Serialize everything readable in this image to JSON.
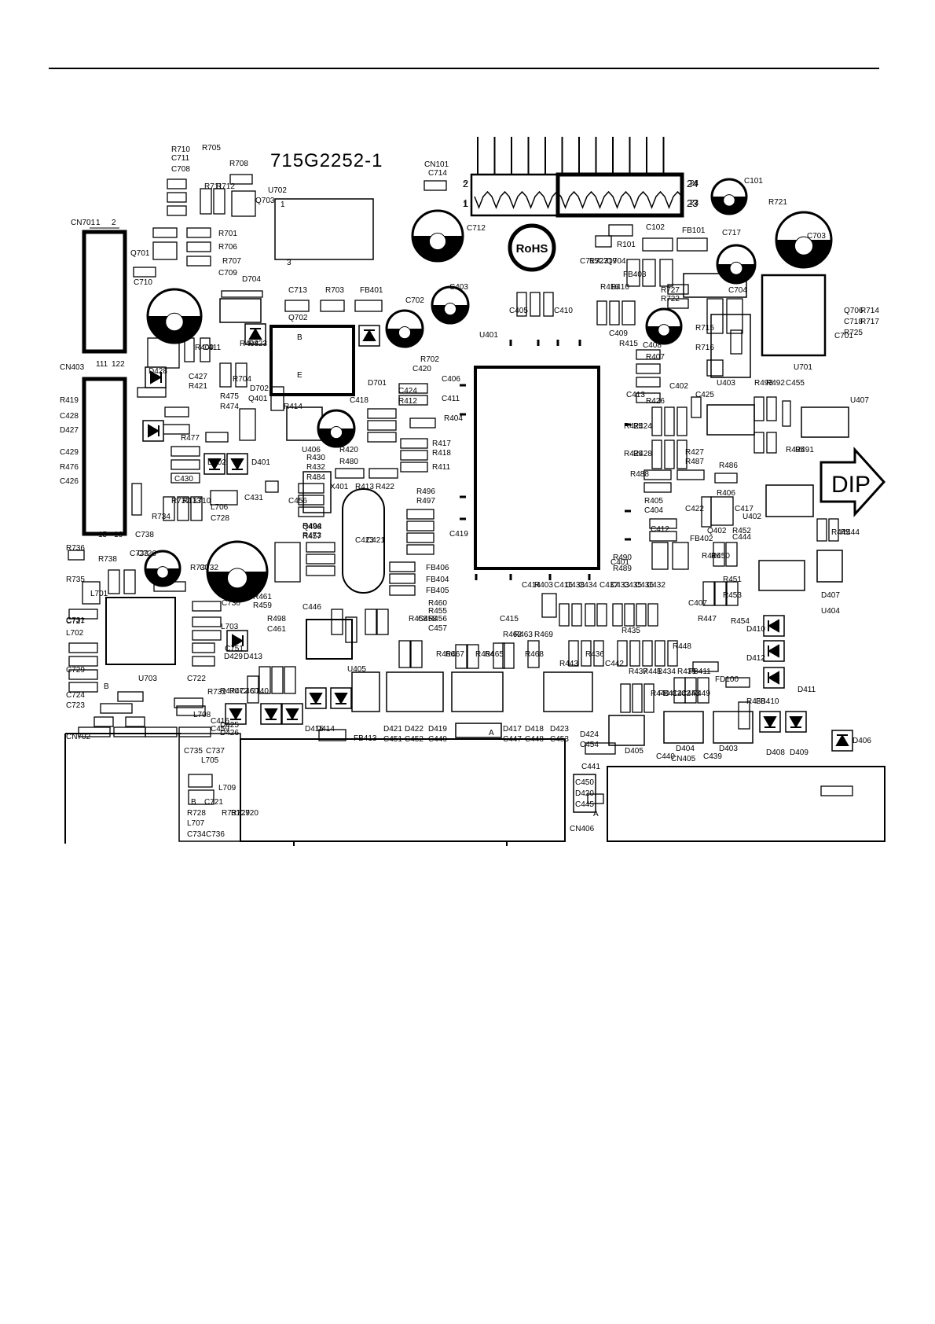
{
  "board": {
    "part_number": "715G2252-1",
    "rohs": "RoHS",
    "dip": "DIP"
  },
  "header_labels": [
    "1",
    "2",
    "23",
    "24"
  ],
  "labels": [
    [
      "R710",
      218,
      193
    ],
    [
      "R705",
      257,
      191
    ],
    [
      "C711",
      218,
      204
    ],
    [
      "C708",
      218,
      218
    ],
    [
      "R708",
      292,
      211
    ],
    [
      "R711",
      260,
      240
    ],
    [
      "R712",
      275,
      240
    ],
    [
      "Q703",
      325,
      258
    ],
    [
      "U702",
      341,
      245
    ],
    [
      "1",
      357,
      263
    ],
    [
      "3",
      365,
      337
    ],
    [
      "CN701",
      90,
      286
    ],
    [
      "1",
      122,
      286
    ],
    [
      "2",
      142,
      286
    ],
    [
      "R701",
      278,
      300
    ],
    [
      "R706",
      278,
      317
    ],
    [
      "Q701",
      166,
      325
    ],
    [
      "R707",
      283,
      335
    ],
    [
      "C709",
      278,
      350
    ],
    [
      "D704",
      308,
      358
    ],
    [
      "C710",
      170,
      362
    ],
    [
      "C713",
      367,
      372
    ],
    [
      "R703",
      414,
      372
    ],
    [
      "FB401",
      458,
      372
    ],
    [
      "Q702",
      367,
      407
    ],
    [
      "C702",
      516,
      385
    ],
    [
      "C403",
      572,
      368
    ],
    [
      "C712",
      594,
      293
    ],
    [
      "CN101",
      540,
      212
    ],
    [
      "C714",
      545,
      223
    ],
    [
      "2",
      589,
      238
    ],
    [
      "1",
      589,
      263
    ],
    [
      "24",
      878,
      236
    ],
    [
      "23",
      878,
      261
    ],
    [
      "C101",
      947,
      233
    ],
    [
      "R721",
      978,
      260
    ],
    [
      "C703",
      1027,
      303
    ],
    [
      "C102",
      822,
      292
    ],
    [
      "FB101",
      868,
      296
    ],
    [
      "C717",
      919,
      299
    ],
    [
      "R101",
      785,
      314
    ],
    [
      "C715",
      738,
      335
    ],
    [
      "R723",
      750,
      335
    ],
    [
      "C719",
      761,
      335
    ],
    [
      "Q704",
      772,
      335
    ],
    [
      "R416",
      764,
      368
    ],
    [
      "R410",
      777,
      368
    ],
    [
      "FB403",
      793,
      352
    ],
    [
      "R727",
      841,
      372
    ],
    [
      "R722",
      841,
      383
    ],
    [
      "C704",
      927,
      372
    ],
    [
      "Q706",
      1074,
      398
    ],
    [
      "C718",
      1074,
      412
    ],
    [
      "R725",
      1074,
      426
    ],
    [
      "R714",
      1095,
      398
    ],
    [
      "R717",
      1095,
      412
    ],
    [
      "C701",
      1062,
      430
    ],
    [
      "U701",
      1010,
      470
    ],
    [
      "C405",
      648,
      398
    ],
    [
      "C410",
      705,
      398
    ],
    [
      "U401",
      610,
      429
    ],
    [
      "C409",
      775,
      427
    ],
    [
      "R415",
      788,
      440
    ],
    [
      "R715",
      885,
      420
    ],
    [
      "R716",
      885,
      445
    ],
    [
      "C408",
      818,
      442
    ],
    [
      "R407",
      822,
      457
    ],
    [
      "U403",
      912,
      490
    ],
    [
      "CN403",
      76,
      470
    ],
    [
      "111",
      122,
      466
    ],
    [
      "122",
      142,
      466
    ],
    [
      "R408",
      305,
      440
    ],
    [
      "R423",
      316,
      440
    ],
    [
      "R409",
      248,
      445
    ],
    [
      "C411",
      258,
      445
    ],
    [
      "R704",
      296,
      485
    ],
    [
      "D428",
      189,
      475
    ],
    [
      "C427",
      240,
      482
    ],
    [
      "R421",
      240,
      494
    ],
    [
      "D702",
      318,
      497
    ],
    [
      "R475",
      280,
      507
    ],
    [
      "R474",
      280,
      520
    ],
    [
      "Q401",
      316,
      510
    ],
    [
      "R414",
      361,
      520
    ],
    [
      "C418",
      445,
      512
    ],
    [
      "D701",
      468,
      490
    ],
    [
      "R702",
      535,
      460
    ],
    [
      "C420",
      525,
      472
    ],
    [
      "C424",
      507,
      500
    ],
    [
      "R412",
      507,
      513
    ],
    [
      "C406",
      562,
      485
    ],
    [
      "C411",
      562,
      510
    ],
    [
      "R404",
      565,
      535
    ],
    [
      "R417",
      550,
      567
    ],
    [
      "R418",
      550,
      579
    ],
    [
      "R411",
      550,
      597
    ],
    [
      "R419",
      76,
      512
    ],
    [
      "C428",
      76,
      532
    ],
    [
      "D427",
      76,
      550
    ],
    [
      "C429",
      76,
      578
    ],
    [
      "R476",
      76,
      597
    ],
    [
      "C426",
      76,
      615
    ],
    [
      "R477",
      230,
      560
    ],
    [
      "U406",
      384,
      575
    ],
    [
      "R420",
      432,
      575
    ],
    [
      "R430",
      390,
      585
    ],
    [
      "R480",
      432,
      590
    ],
    [
      "R432",
      390,
      597
    ],
    [
      "R484",
      390,
      610
    ],
    [
      "R413",
      452,
      622
    ],
    [
      "R422",
      478,
      622
    ],
    [
      "X401",
      420,
      622
    ],
    [
      "D402",
      264,
      591
    ],
    [
      "D401",
      320,
      591
    ],
    [
      "C430",
      222,
      612
    ],
    [
      "R737",
      218,
      640
    ],
    [
      "R133",
      232,
      640
    ],
    [
      "L710",
      246,
      640
    ],
    [
      "R734",
      193,
      660
    ],
    [
      "L706",
      268,
      648
    ],
    [
      "C431",
      311,
      636
    ],
    [
      "C456",
      367,
      640
    ],
    [
      "C728",
      268,
      662
    ],
    [
      "R496",
      530,
      628
    ],
    [
      "R497",
      530,
      640
    ],
    [
      "C419",
      572,
      682
    ],
    [
      "Q408",
      385,
      673
    ],
    [
      "R457",
      385,
      685
    ],
    [
      "R494",
      385,
      672
    ],
    [
      "R473",
      385,
      684
    ],
    [
      "C423",
      452,
      690
    ],
    [
      "C421",
      466,
      690
    ],
    [
      "C738",
      172,
      683
    ],
    [
      "15",
      125,
      683
    ],
    [
      "16",
      145,
      683
    ],
    [
      "R736",
      84,
      700
    ],
    [
      "R738",
      125,
      714
    ],
    [
      "C733",
      165,
      707
    ],
    [
      "C726",
      175,
      707
    ],
    [
      "R730",
      242,
      725
    ],
    [
      "C732",
      254,
      725
    ],
    [
      "R735",
      84,
      740
    ],
    [
      "L701",
      115,
      758
    ],
    [
      "FB406",
      542,
      725
    ],
    [
      "FB404",
      542,
      740
    ],
    [
      "FB405",
      542,
      754
    ],
    [
      "C414",
      664,
      747
    ],
    [
      "R403",
      680,
      747
    ],
    [
      "C416",
      705,
      747
    ],
    [
      "C438",
      720,
      747
    ],
    [
      "C434",
      736,
      747
    ],
    [
      "C437",
      763,
      747
    ],
    [
      "C433",
      777,
      747
    ],
    [
      "C401",
      777,
      718
    ],
    [
      "R490",
      780,
      712
    ],
    [
      "R489",
      780,
      726
    ],
    [
      "C435",
      793,
      747
    ],
    [
      "C436",
      808,
      747
    ],
    [
      "C432",
      823,
      747
    ],
    [
      "R446",
      893,
      710
    ],
    [
      "R450",
      905,
      710
    ],
    [
      "R451",
      920,
      740
    ],
    [
      "R453",
      920,
      760
    ],
    [
      "U404",
      1045,
      780
    ],
    [
      "D407",
      1045,
      760
    ],
    [
      "R445",
      1058,
      680
    ],
    [
      "R444",
      1070,
      680
    ],
    [
      "C444",
      932,
      686
    ],
    [
      "FB402",
      878,
      688
    ],
    [
      "C412",
      828,
      676
    ],
    [
      "C404",
      820,
      652
    ],
    [
      "R405",
      820,
      640
    ],
    [
      "C422",
      872,
      650
    ],
    [
      "C417",
      935,
      650
    ],
    [
      "Q402",
      900,
      678
    ],
    [
      "R452",
      932,
      678
    ],
    [
      "U402",
      945,
      660
    ],
    [
      "R406",
      912,
      630
    ],
    [
      "R486",
      915,
      595
    ],
    [
      "R488",
      802,
      606
    ],
    [
      "R427",
      872,
      578
    ],
    [
      "R487",
      872,
      590
    ],
    [
      "R429",
      794,
      580
    ],
    [
      "R428",
      806,
      580
    ],
    [
      "R425",
      794,
      545
    ],
    [
      "R424",
      806,
      545
    ],
    [
      "R426",
      822,
      513
    ],
    [
      "C413",
      797,
      505
    ],
    [
      "C425",
      885,
      505
    ],
    [
      "C402",
      852,
      494
    ],
    [
      "R493",
      960,
      490
    ],
    [
      "R492",
      975,
      490
    ],
    [
      "C455",
      1000,
      490
    ],
    [
      "U407",
      1082,
      512
    ],
    [
      "R495",
      1000,
      575
    ],
    [
      "R491",
      1012,
      575
    ],
    [
      "R461",
      322,
      762
    ],
    [
      "R459",
      322,
      773
    ],
    [
      "R498",
      340,
      790
    ],
    [
      "C461",
      340,
      803
    ],
    [
      "C730",
      282,
      770
    ],
    [
      "C727",
      84,
      793
    ],
    [
      "C731",
      84,
      792
    ],
    [
      "R458",
      520,
      790
    ],
    [
      "R460",
      545,
      770
    ],
    [
      "C458",
      532,
      790
    ],
    [
      "R456",
      545,
      790
    ],
    [
      "C457",
      545,
      802
    ],
    [
      "R455",
      545,
      780
    ],
    [
      "C446",
      385,
      775
    ],
    [
      "C415",
      636,
      790
    ],
    [
      "R462",
      640,
      810
    ],
    [
      "R463",
      654,
      810
    ],
    [
      "R469",
      680,
      810
    ],
    [
      "R466",
      555,
      835
    ],
    [
      "R467",
      567,
      835
    ],
    [
      "R464",
      605,
      835
    ],
    [
      "R465",
      617,
      835
    ],
    [
      "R468",
      668,
      835
    ],
    [
      "R436",
      745,
      835
    ],
    [
      "R443",
      712,
      847
    ],
    [
      "C442",
      770,
      847
    ],
    [
      "R435",
      791,
      805
    ],
    [
      "R437",
      800,
      857
    ],
    [
      "R441",
      818,
      857
    ],
    [
      "R434",
      836,
      857
    ],
    [
      "R448",
      856,
      825
    ],
    [
      "R439",
      862,
      857
    ],
    [
      "FB411",
      876,
      857
    ],
    [
      "R440",
      828,
      885
    ],
    [
      "FB412",
      838,
      885
    ],
    [
      "C442",
      855,
      885
    ],
    [
      "C443",
      867,
      885
    ],
    [
      "R449",
      880,
      885
    ],
    [
      "FD100",
      910,
      867
    ],
    [
      "R438",
      950,
      895
    ],
    [
      "FB410",
      962,
      895
    ],
    [
      "D410",
      950,
      803
    ],
    [
      "D412",
      950,
      840
    ],
    [
      "D411",
      1015,
      880
    ],
    [
      "R447",
      888,
      790
    ],
    [
      "R454",
      930,
      793
    ],
    [
      "C407",
      876,
      770
    ],
    [
      "C729",
      84,
      855
    ],
    [
      "L702",
      84,
      808
    ],
    [
      "C724",
      84,
      887
    ],
    [
      "C723",
      84,
      900
    ],
    [
      "U703",
      176,
      866
    ],
    [
      "B",
      132,
      876
    ],
    [
      "C722",
      238,
      866
    ],
    [
      "R732",
      264,
      883
    ],
    [
      "D429",
      285,
      838
    ],
    [
      "D413",
      310,
      838
    ],
    [
      "L703",
      281,
      800
    ],
    [
      "C751",
      286,
      828
    ],
    [
      "C740",
      318,
      882
    ],
    [
      "C460",
      305,
      882
    ],
    [
      "R472",
      292,
      882
    ],
    [
      "R470",
      280,
      882
    ],
    [
      "L708",
      246,
      912
    ],
    [
      "D425",
      280,
      925
    ],
    [
      "D426",
      280,
      935
    ],
    [
      "C459",
      268,
      930
    ],
    [
      "C416",
      268,
      920
    ],
    [
      "D415",
      388,
      930
    ],
    [
      "D414",
      402,
      930
    ],
    [
      "U405",
      442,
      854
    ],
    [
      "CN702",
      84,
      940
    ],
    [
      "C735",
      234,
      958
    ],
    [
      "C737",
      262,
      958
    ],
    [
      "L705",
      256,
      970
    ],
    [
      "FB413",
      450,
      942
    ],
    [
      "D421",
      488,
      930
    ],
    [
      "C451",
      488,
      943
    ],
    [
      "D422",
      515,
      930
    ],
    [
      "C452",
      515,
      943
    ],
    [
      "D419",
      545,
      930
    ],
    [
      "C449",
      545,
      943
    ],
    [
      "A",
      622,
      935
    ],
    [
      "D417",
      640,
      930
    ],
    [
      "C447",
      640,
      943
    ],
    [
      "D418",
      668,
      930
    ],
    [
      "C448",
      668,
      943
    ],
    [
      "D423",
      700,
      930
    ],
    [
      "C453",
      700,
      943
    ],
    [
      "D424",
      738,
      937
    ],
    [
      "C454",
      738,
      950
    ],
    [
      "C441",
      740,
      978
    ],
    [
      "D405",
      795,
      958
    ],
    [
      "D404",
      860,
      955
    ],
    [
      "CN405",
      854,
      968
    ],
    [
      "D403",
      915,
      955
    ],
    [
      "C440",
      835,
      965
    ],
    [
      "C439",
      895,
      965
    ],
    [
      "D408",
      975,
      960
    ],
    [
      "D409",
      1005,
      960
    ],
    [
      "D406",
      1085,
      945
    ],
    [
      "L709",
      278,
      1005
    ],
    [
      "B",
      243,
      1023
    ],
    [
      "C721",
      260,
      1023
    ],
    [
      "R728",
      238,
      1037
    ],
    [
      "R731",
      282,
      1037
    ],
    [
      "R729",
      294,
      1037
    ],
    [
      "C720",
      305,
      1037
    ],
    [
      "L707",
      238,
      1050
    ],
    [
      "C734",
      238,
      1064
    ],
    [
      "C736",
      262,
      1064
    ],
    [
      "C450",
      732,
      998
    ],
    [
      "D420",
      732,
      1012
    ],
    [
      "C445",
      732,
      1026
    ],
    [
      "A",
      755,
      1038
    ],
    [
      "CN406",
      725,
      1057
    ]
  ]
}
